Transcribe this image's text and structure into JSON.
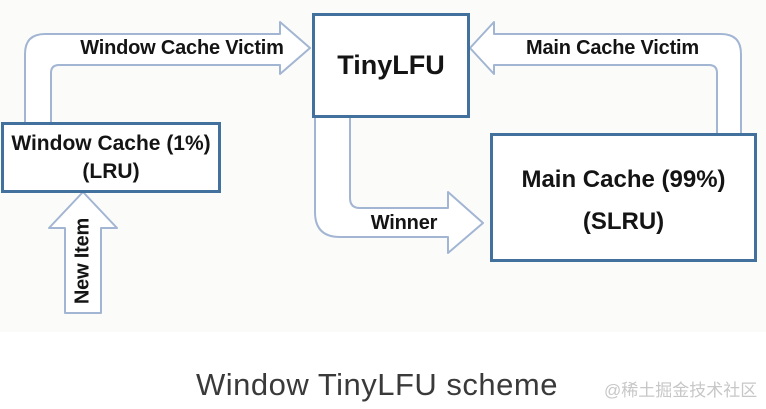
{
  "diagram": {
    "nodes": {
      "tiny_lfu": {
        "label": "TinyLFU"
      },
      "window_cache": {
        "title": "Window Cache (1%)",
        "subtitle": "(LRU)"
      },
      "main_cache": {
        "title": "Main Cache (99%)",
        "subtitle": "(SLRU)"
      }
    },
    "arrows": {
      "window_cache_victim": {
        "label": "Window Cache Victim"
      },
      "main_cache_victim": {
        "label": "Main Cache Victim"
      },
      "winner": {
        "label": "Winner"
      },
      "new_item": {
        "label": "New Item"
      }
    },
    "colors": {
      "box_border": "#41719c",
      "box_fill": "#ffffff",
      "arrow_outline": "#a2b5d2",
      "arrow_fill": "#ffffff",
      "label_text": "#141414"
    }
  },
  "caption": "Window TinyLFU scheme",
  "watermark": "@稀土掘金技术社区"
}
